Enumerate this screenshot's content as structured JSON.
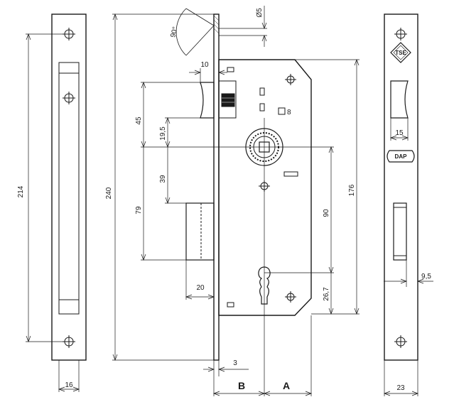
{
  "dimensions": {
    "faceplate_length": "214",
    "faceplate_width": "16",
    "lock_height": "240",
    "angle": "90°",
    "diameter_5": "Ø5",
    "offset_10": "10",
    "latch_45": "45",
    "latch_19_5": "19,5",
    "spacing_39": "39",
    "spacing_79": "79",
    "spindle_8": "8",
    "body_176": "176",
    "center_90": "90",
    "key_26_7": "26,7",
    "bolt_20": "20",
    "plate_3": "3",
    "strike_15": "15",
    "strike_9_5": "9,5",
    "strike_23": "23"
  },
  "labels": {
    "backset_b": "B",
    "backset_a": "A"
  },
  "logos": {
    "tse": "TSE",
    "dap": "DAP"
  },
  "colors": {
    "line": "#1a1a1a",
    "thin": "#333333"
  }
}
